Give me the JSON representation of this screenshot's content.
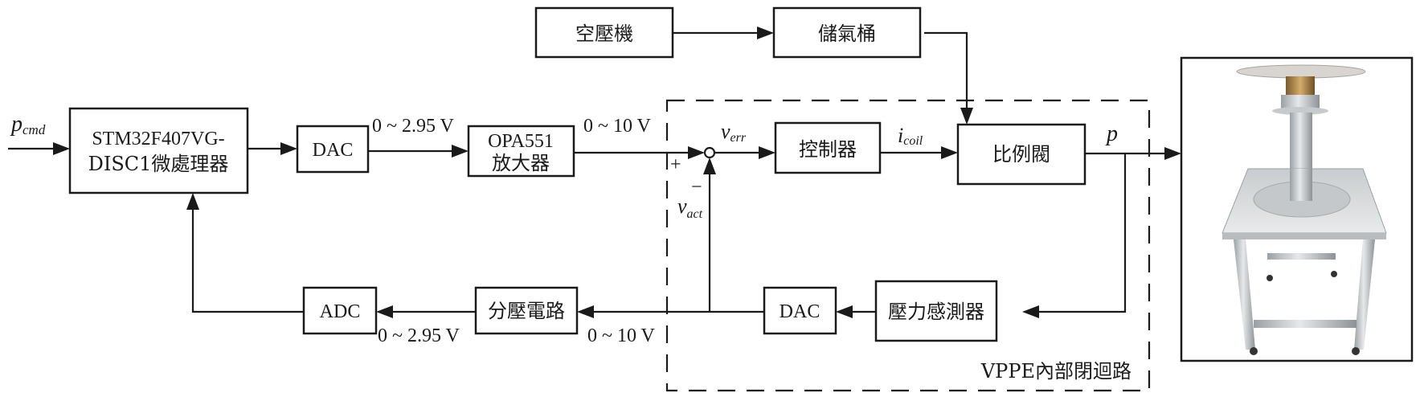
{
  "diagram": {
    "title": "VPPE control system block diagram",
    "blocks": {
      "mcu": {
        "line1": "STM32F407VG-",
        "line2": "DISC1微處理器"
      },
      "dac_top": "DAC",
      "amplifier": {
        "line1": "OPA551",
        "line2": "放大器"
      },
      "compressor": "空壓機",
      "tank": "儲氣桶",
      "controller": "控制器",
      "valve": "比例閥",
      "adc": "ADC",
      "divider": "分壓電路",
      "dac_bottom": "DAC",
      "sensor": "壓力感測器"
    },
    "signals": {
      "p_cmd_main": "p",
      "p_cmd_sub": "cmd",
      "v_err_main": "v",
      "v_err_sub": "err",
      "v_act_main": "v",
      "v_act_sub": "act",
      "i_coil_main": "i",
      "i_coil_sub": "coil",
      "p_out": "p",
      "plus": "+",
      "minus": "−"
    },
    "ranges": {
      "dac_out": "0 ~ 2.95 V",
      "amp_out": "0 ~ 10 V",
      "divider_in": "0 ~ 10 V",
      "adc_in": "0 ~ 2.95 V"
    },
    "loop_label": "VPPE內部閉迴路",
    "photo": {
      "description": "pneumatic test platform on steel stand with casters"
    },
    "colors": {
      "line": "#1a1a1a",
      "background": "#ffffff"
    }
  }
}
